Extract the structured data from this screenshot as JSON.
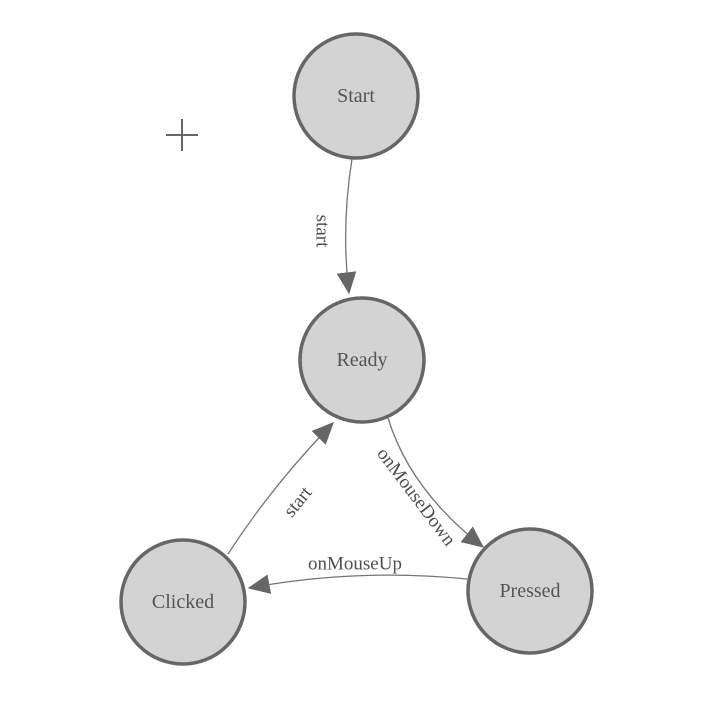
{
  "diagram": {
    "kind": "finite-state-machine",
    "nodes": [
      {
        "id": "start",
        "label": "Start"
      },
      {
        "id": "ready",
        "label": "Ready"
      },
      {
        "id": "clicked",
        "label": "Clicked"
      },
      {
        "id": "pressed",
        "label": "Pressed"
      }
    ],
    "edges": [
      {
        "from": "start",
        "to": "ready",
        "label": "start"
      },
      {
        "from": "ready",
        "to": "pressed",
        "label": "onMouseDown"
      },
      {
        "from": "clicked",
        "to": "ready",
        "label": "start"
      },
      {
        "from": "pressed",
        "to": "clicked",
        "label": "onMouseUp"
      }
    ],
    "cursor_glyph": "crosshair"
  },
  "colors": {
    "canvas_bg": "#ffffff",
    "node_fill": "#d3d3d3",
    "node_stroke": "#666666",
    "edge_line": "#757575",
    "arrowhead": "#666666",
    "node_text": "#545454",
    "edge_text": "#4f4f4f",
    "crosshair": "#666666"
  }
}
